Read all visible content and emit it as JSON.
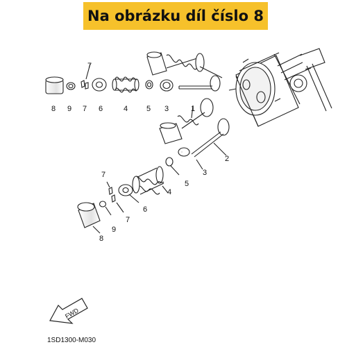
{
  "banner": {
    "text": "Na obrázku díl číslo 8"
  },
  "callouts": [
    "7",
    "8",
    "9",
    "7",
    "6",
    "4",
    "5",
    "3",
    "1",
    "2",
    "3",
    "5",
    "4",
    "7",
    "6",
    "7",
    "9",
    "8"
  ],
  "fwd_label": "FWD",
  "diagram_code": "1SD1300-M030",
  "colors": {
    "banner_bg": "#f6c12b",
    "line": "#222222",
    "part_fill": "#ffffff",
    "shade": "#d9d9d9"
  }
}
